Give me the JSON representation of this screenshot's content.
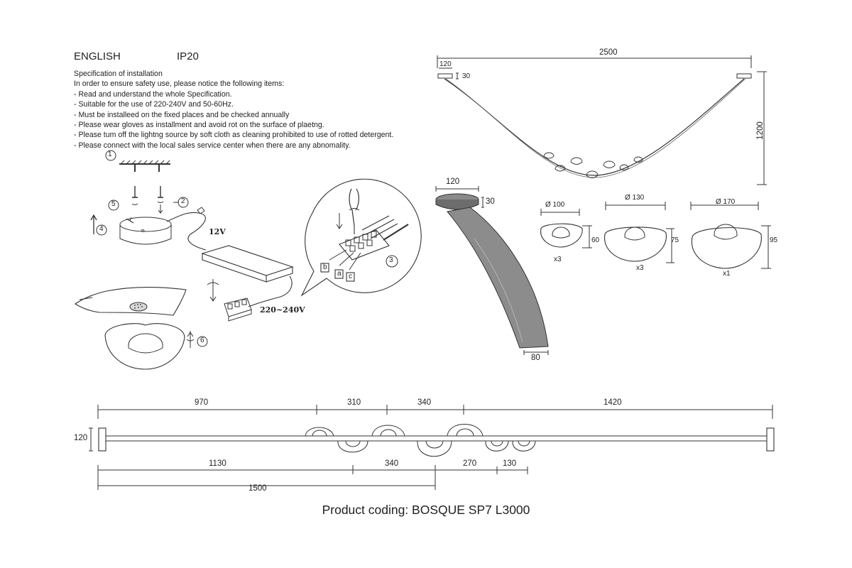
{
  "header": {
    "language": "ENGLISH",
    "ip_rating": "IP20"
  },
  "spec": {
    "title": "Specification of installation",
    "lines": [
      "In order to ensure safety use, please notice the following items:",
      "- Read and understand the whole Specification.",
      "- Suitable for the use of 220-240V and 50-60Hz.",
      "- Must be installeed on the fixed places and be checked annually",
      "- Please wear gloves as installment and avoid rot on the surface of plaetng.",
      "- Please tum off the lightng source by soft cloth as cleaning prohibited to use of rotted detergent.",
      "- Please connect with the local sales service center when there are any abnomality."
    ]
  },
  "install": {
    "steps": [
      "1",
      "2",
      "3",
      "4",
      "5",
      "6"
    ],
    "wire_low": "12V",
    "wire_mains": "220~240V",
    "terminals": [
      "b",
      "a",
      "c"
    ]
  },
  "top_view": {
    "span": "2500",
    "bracket_w": "120",
    "bracket_h": "30",
    "drop": "1200"
  },
  "tube": {
    "bracket_w": "120",
    "bracket_h": "30",
    "width": "80"
  },
  "shades": [
    {
      "diameter": "Ø 100",
      "height": "60",
      "qty": "x3"
    },
    {
      "diameter": "Ø 130",
      "height": "75",
      "qty": "x3"
    },
    {
      "diameter": "Ø 170",
      "height": "95",
      "qty": "x1"
    }
  ],
  "layout": {
    "top_dims": [
      "970",
      "310",
      "340",
      "1420"
    ],
    "bottom_dims": [
      "1130",
      "340",
      "270",
      "130"
    ],
    "total_dim": "1500",
    "height": "120"
  },
  "footer": {
    "product_coding": "Product coding: BOSQUE SP7 L3000"
  }
}
